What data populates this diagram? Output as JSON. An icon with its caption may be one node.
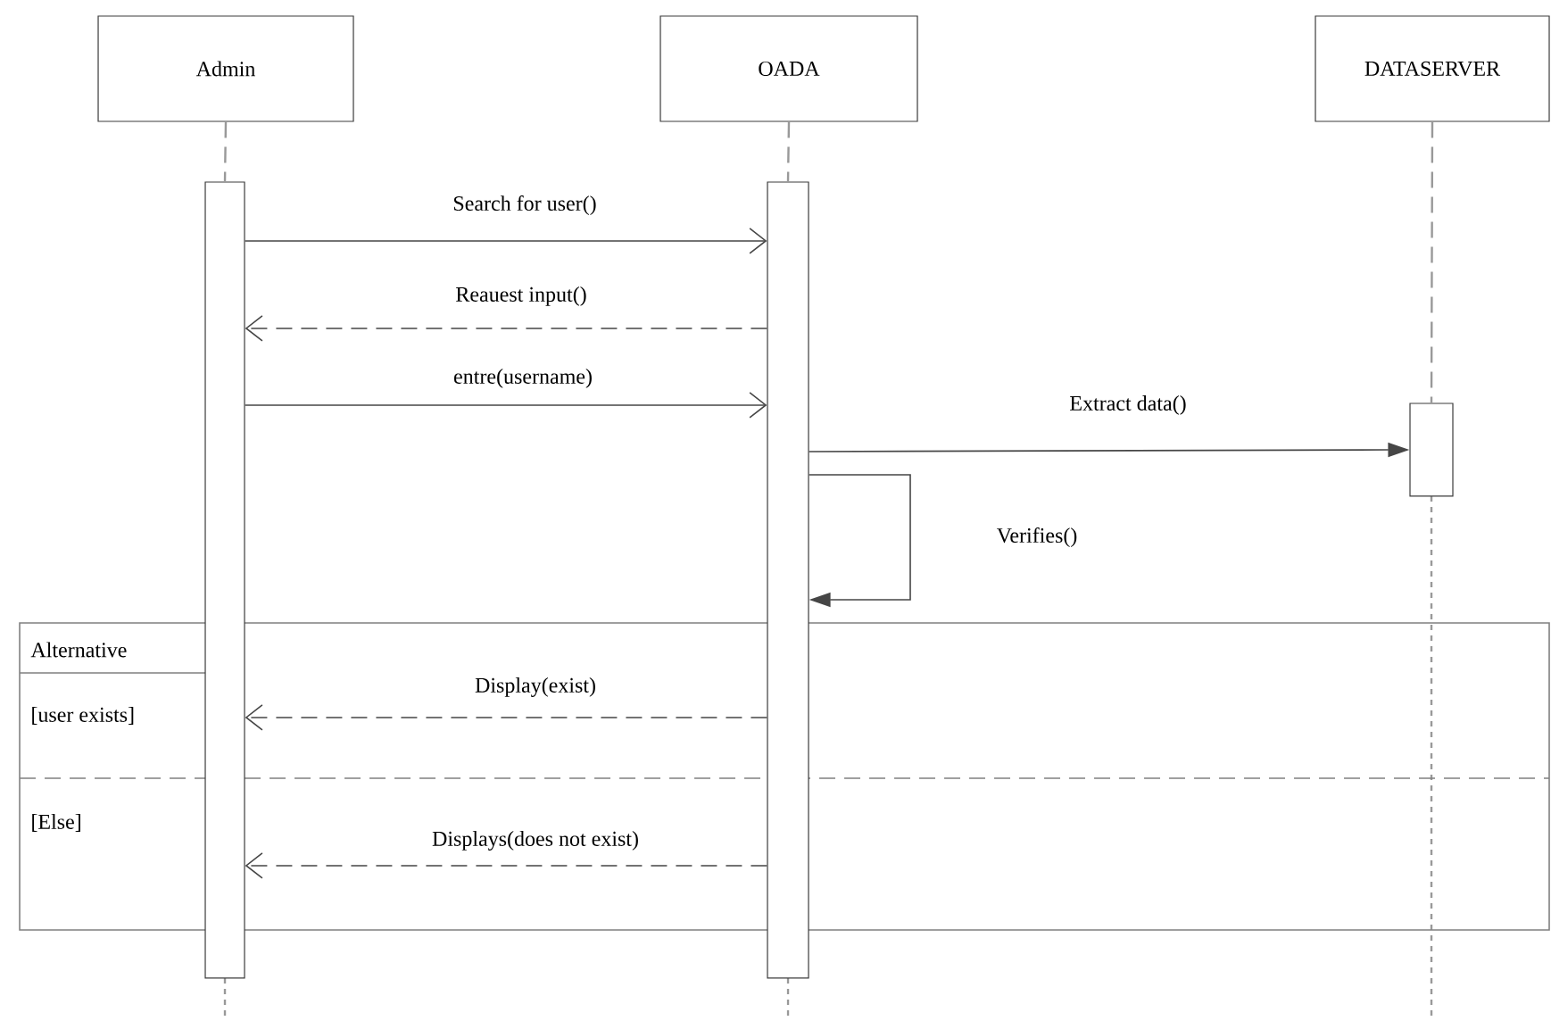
{
  "diagram": {
    "nodes": [
      {
        "text": [
          "Admin"
        ]
      },
      {
        "text": [
          "OADA"
        ]
      },
      {
        "text": [
          "DATASERVER"
        ]
      },
      {
        "text": [],
        "shape": "bar"
      },
      {
        "text": [],
        "shape": "bar"
      },
      {
        "text": [],
        "shape": "bar"
      }
    ],
    "labels": [
      "Alternative",
      "[user exists]",
      "[Else]"
    ],
    "edges": [
      {
        "from": 0,
        "to": 3,
        "arrow": "none",
        "style": "dashed",
        "color": "#999999"
      },
      {
        "from": 1,
        "to": 4,
        "arrow": "none",
        "style": "dashed",
        "color": "#999999"
      },
      {
        "from": 2,
        "to": 5,
        "arrow": "none",
        "style": "dashed",
        "color": "#999999"
      },
      {
        "from": 3,
        "to": 4,
        "arrow": "to",
        "label": "Search for user()"
      },
      {
        "from": 4,
        "to": 3,
        "arrow": "to",
        "label": "Reauest input()",
        "style": "dashed"
      },
      {
        "from": 3,
        "to": 4,
        "arrow": "to",
        "label": "entre(username)"
      },
      {
        "from": 4,
        "to": 5,
        "arrow": "to",
        "label": "Extract data()"
      },
      {
        "from": 4,
        "to": 4,
        "arrow": "to",
        "label": "Verifies()"
      },
      {
        "from": 4,
        "to": 3,
        "arrow": "to",
        "label": "Display(exist)",
        "style": "dashed"
      },
      {
        "from": 4,
        "to": 3,
        "arrow": "to",
        "label": "Displays(does not exist)",
        "style": "dashed"
      }
    ]
  }
}
